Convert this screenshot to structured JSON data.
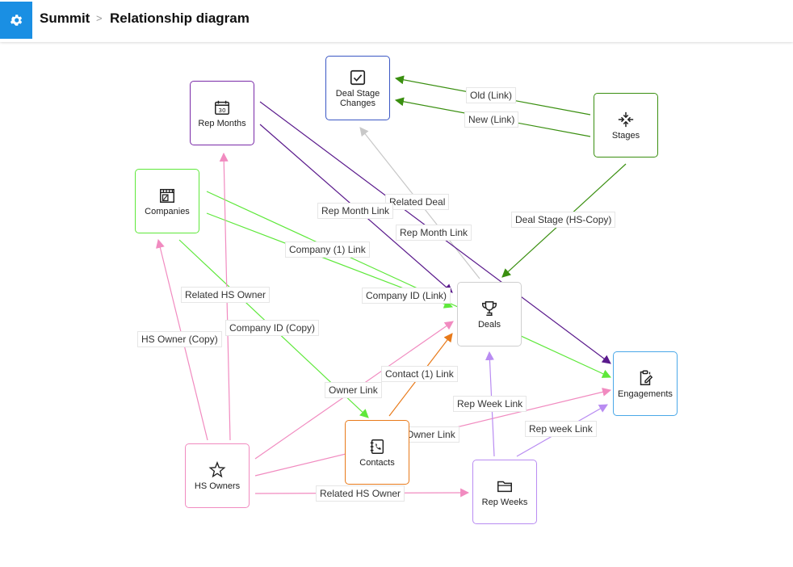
{
  "header": {
    "app": "Summit",
    "separator": ">",
    "page": "Relationship diagram"
  },
  "colors": {
    "green": "#5ee83a",
    "dark_green": "#3a8f10",
    "purple": "#5a1a8c",
    "pink": "#f18bc0",
    "lavender": "#b98cf2",
    "orange": "#e87a1a",
    "gray": "#c8c8c8",
    "blue": "#3b57c4",
    "light_blue": "#4aa8e8",
    "header_icon_bg": "#1a8fe3"
  },
  "nodes": {
    "deal_stage_changes": {
      "label": "Deal Stage\nChanges",
      "icon": "checkbox-icon"
    },
    "rep_months": {
      "label": "Rep Months",
      "icon": "calendar-icon"
    },
    "stages": {
      "label": "Stages",
      "icon": "collapse-arrows-icon"
    },
    "companies": {
      "label": "Companies",
      "icon": "storefront-icon"
    },
    "deals": {
      "label": "Deals",
      "icon": "trophy-icon"
    },
    "engagements": {
      "label": "Engagements",
      "icon": "clipboard-edit-icon"
    },
    "hs_owners": {
      "label": "HS Owners",
      "icon": "star-badge-icon"
    },
    "contacts": {
      "label": "Contacts",
      "icon": "contact-book-icon"
    },
    "rep_weeks": {
      "label": "Rep Weeks",
      "icon": "folder-icon"
    }
  },
  "edges": {
    "old_link": "Old (Link)",
    "new_link": "New (Link)",
    "deal_stage_hs_copy": "Deal Stage (HS-Copy)",
    "related_deal": "Related Deal",
    "rep_month_link_deals": "Rep Month Link",
    "rep_month_link_engagements": "Rep Month Link",
    "company_1_link": "Company (1) Link",
    "company_id_link": "Company ID (Link)",
    "company_id_copy": "Company ID (Copy)",
    "related_hs_owner_rep_months": "Related HS Owner",
    "hs_owner_copy": "HS Owner (Copy)",
    "owner_link_deals": "Owner Link",
    "owner_link_engagements": "Owner Link",
    "contact_1_link": "Contact (1) Link",
    "rep_week_link_deals": "Rep Week Link",
    "rep_week_link_engagements": "Rep week Link",
    "related_hs_owner_rep_weeks": "Related HS Owner"
  }
}
